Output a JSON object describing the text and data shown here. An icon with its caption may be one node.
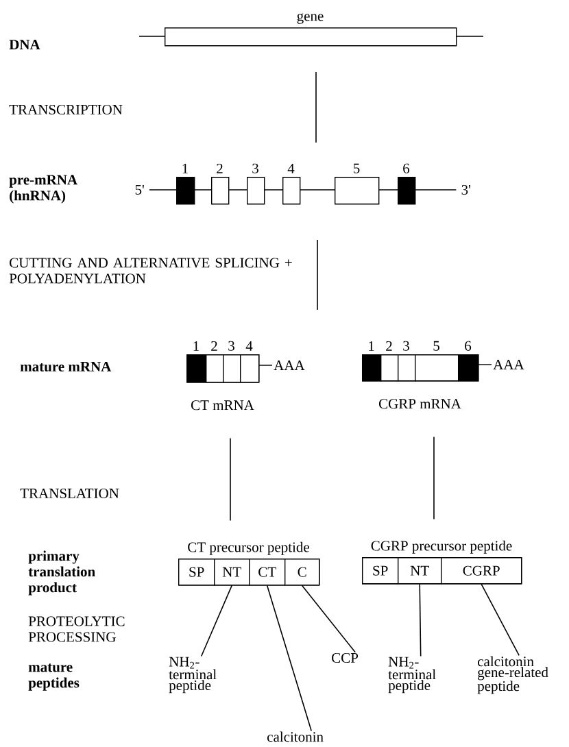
{
  "diagram": {
    "nodes": [
      {
        "text": [
          "gene"
        ]
      },
      {
        "text": [
          "1"
        ]
      },
      {
        "text": [
          "2"
        ]
      },
      {
        "text": [
          "3"
        ]
      },
      {
        "text": [
          "4"
        ]
      },
      {
        "text": [
          "5"
        ]
      },
      {
        "text": [
          "6"
        ]
      },
      {
        "text": [],
        "shape": "box",
        "beside": [
          "AAA",
          "CT mRNA"
        ]
      },
      {
        "text": [
          "1"
        ],
        "in": 7
      },
      {
        "text": [
          "2"
        ],
        "in": 7
      },
      {
        "text": [
          "3"
        ],
        "in": 7
      },
      {
        "text": [
          "4"
        ],
        "in": 7
      },
      {
        "text": [],
        "shape": "box",
        "beside": [
          "AAA",
          "CGRP mRNA"
        ]
      },
      {
        "text": [
          "1"
        ],
        "in": 12
      },
      {
        "text": [
          "2"
        ],
        "in": 12
      },
      {
        "text": [
          "3"
        ],
        "in": 12
      },
      {
        "text": [
          "5"
        ],
        "in": 12
      },
      {
        "text": [
          "6"
        ],
        "in": 12
      },
      {
        "text": [
          "CT precursor peptide"
        ]
      },
      {
        "text": [
          "SP"
        ],
        "in": 18
      },
      {
        "text": [
          "NT"
        ],
        "in": 18
      },
      {
        "text": [
          "CT"
        ],
        "in": 18
      },
      {
        "text": [
          "C"
        ],
        "in": 18
      },
      {
        "text": [
          "CGRP precursor peptide"
        ]
      },
      {
        "text": [
          "SP"
        ],
        "in": 23
      },
      {
        "text": [
          "NT"
        ],
        "in": 23
      },
      {
        "text": [
          "CGRP"
        ],
        "in": 23
      },
      {
        "text": [
          "NH$_{2}$- terminal peptide"
        ]
      },
      {
        "text": [
          "calcitonin"
        ]
      },
      {
        "text": [
          "CCP"
        ]
      },
      {
        "text": [
          "NH$_{2}$- terminal peptide"
        ]
      },
      {
        "text": [
          "calcitonin gene-related peptide"
        ]
      },
      {
        "text": [
          "5'",
          "3'"
        ]
      }
    ],
    "edges": [
      {
        "from": 7,
        "to": 18,
        "arrow": "none"
      },
      {
        "from": 12,
        "to": 23,
        "arrow": "none"
      },
      {
        "from": 20,
        "to": 27,
        "arrow": "none"
      },
      {
        "from": 21,
        "to": 28,
        "arrow": "none"
      },
      {
        "from": 22,
        "to": 29,
        "arrow": "none"
      },
      {
        "from": 25,
        "to": 30,
        "arrow": "none"
      },
      {
        "from": 26,
        "to": 31,
        "arrow": "none"
      }
    ],
    "labels": [
      "DNA",
      "TRANSCRIPTION",
      "pre-mRNA (hnRNA)",
      "CUTTING AND ALTERNATIVE SPLICING + POLYADENYLATION",
      "mature mRNA",
      "TRANSLATION",
      "primary translation product",
      "PROTEOLYTIC PROCESSING",
      "mature peptides"
    ]
  }
}
